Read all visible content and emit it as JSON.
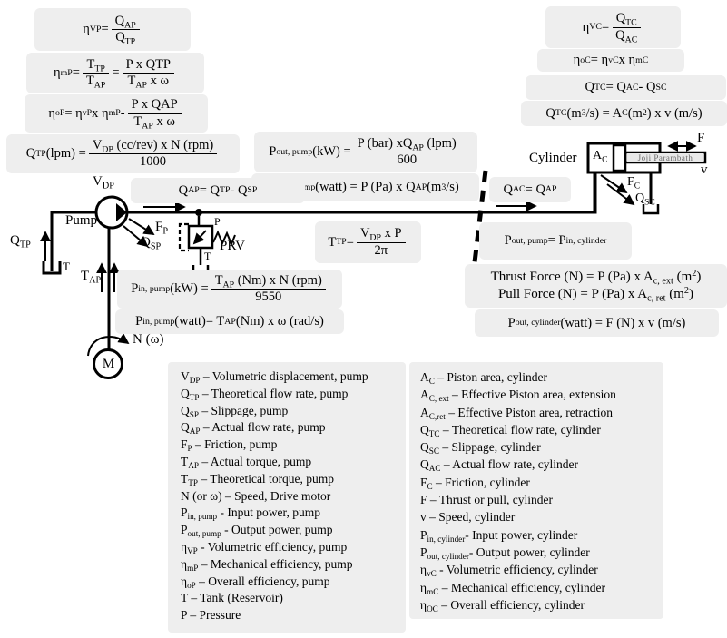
{
  "colors": {
    "box_bg": "#eeeeee",
    "ink": "#000000",
    "watermark_ink": "#6a6a6a"
  },
  "labels": {
    "pump": "Pump",
    "cylinder": "Cylinder",
    "prv": "PRV",
    "prv_p": "P",
    "prv_t": "T",
    "tank_t": "T",
    "motor": "M",
    "n_omega": "N (ω)",
    "force_f": "F",
    "speed_v": "v",
    "watermark": "Joji Parambath"
  },
  "symbols": {
    "v_dp": [
      {
        "t": "V"
      },
      {
        "b": "DP"
      }
    ],
    "q_tp": [
      {
        "t": "Q"
      },
      {
        "b": "TP"
      }
    ],
    "f_p": [
      {
        "t": "F"
      },
      {
        "b": "P"
      }
    ],
    "q_sp": [
      {
        "t": "Q"
      },
      {
        "b": "SP"
      }
    ],
    "t_ap": [
      {
        "t": "T"
      },
      {
        "b": "AP"
      }
    ],
    "a_c": [
      {
        "t": "A"
      },
      {
        "b": "C"
      }
    ],
    "f_c": [
      {
        "t": "F"
      },
      {
        "b": "C"
      }
    ],
    "q_sc": [
      {
        "t": "Q"
      },
      {
        "b": "SC"
      }
    ]
  },
  "formulas": {
    "eta_vp": [
      {
        "t": "η"
      },
      {
        "b": "VP"
      },
      {
        "t": " = "
      },
      {
        "f": {
          "n": [
            {
              "t": "Q"
            },
            {
              "b": "AP"
            }
          ],
          "d": [
            {
              "t": "Q"
            },
            {
              "b": "TP"
            }
          ]
        }
      }
    ],
    "eta_mp": [
      {
        "t": "η"
      },
      {
        "b": "mP"
      },
      {
        "t": " = "
      },
      {
        "f": {
          "n": [
            {
              "t": "T"
            },
            {
              "b": "TP"
            }
          ],
          "d": [
            {
              "t": "T"
            },
            {
              "b": "AP"
            }
          ]
        }
      },
      {
        "t": " = "
      },
      {
        "f": {
          "n": [
            {
              "t": "P x QTP"
            }
          ],
          "d": [
            {
              "t": "T"
            },
            {
              "b": "AP"
            },
            {
              "t": " x ω"
            }
          ]
        }
      }
    ],
    "eta_op": [
      {
        "t": "η"
      },
      {
        "b": "oP"
      },
      {
        "t": " = η"
      },
      {
        "b": "vP"
      },
      {
        "t": " x η"
      },
      {
        "b": "mP"
      },
      {
        "t": " - "
      },
      {
        "f": {
          "n": [
            {
              "t": "P x QAP"
            }
          ],
          "d": [
            {
              "t": "T"
            },
            {
              "b": "AP"
            },
            {
              "t": " x ω"
            }
          ]
        }
      }
    ],
    "q_tp": [
      {
        "t": "Q"
      },
      {
        "b": "TP"
      },
      {
        "t": " (lpm) = "
      },
      {
        "f": {
          "n": [
            {
              "t": "V"
            },
            {
              "b": "DP"
            },
            {
              "t": " (cc/rev) x N (rpm)"
            }
          ],
          "d": [
            {
              "t": "1000"
            }
          ]
        }
      }
    ],
    "eta_vc": [
      {
        "t": "η"
      },
      {
        "b": "VC"
      },
      {
        "t": " = "
      },
      {
        "f": {
          "n": [
            {
              "t": "Q"
            },
            {
              "b": "TC"
            }
          ],
          "d": [
            {
              "t": "Q"
            },
            {
              "b": "AC"
            }
          ]
        }
      }
    ],
    "eta_oc": [
      {
        "t": "η"
      },
      {
        "b": "oC"
      },
      {
        "t": " = η"
      },
      {
        "b": "vC"
      },
      {
        "t": " x η"
      },
      {
        "b": "mC"
      }
    ],
    "q_tc": [
      {
        "t": "Q"
      },
      {
        "b": "TC"
      },
      {
        "t": " = Q"
      },
      {
        "b": "AC"
      },
      {
        "t": " - Q"
      },
      {
        "b": "SC"
      }
    ],
    "q_tc_units": [
      {
        "t": "Q"
      },
      {
        "b": "TC"
      },
      {
        "t": " (m"
      },
      {
        "p": "3"
      },
      {
        "t": "/s) = A"
      },
      {
        "b": "C"
      },
      {
        "t": " (m"
      },
      {
        "p": "2"
      },
      {
        "t": ") x v (m/s)"
      }
    ],
    "pout_pump_kw": [
      {
        "t": "P"
      },
      {
        "b": "out, pump"
      },
      {
        "t": "(kW) = "
      },
      {
        "f": {
          "n": [
            {
              "t": "P (bar) xQ"
            },
            {
              "b": "AP"
            },
            {
              "t": " (lpm)"
            }
          ],
          "d": [
            {
              "t": "600"
            }
          ]
        }
      }
    ],
    "pout_pump_watt": [
      {
        "t": "P"
      },
      {
        "b": "out, pump"
      },
      {
        "t": " (watt) = P (Pa) x Q"
      },
      {
        "b": "AP"
      },
      {
        "t": " (m"
      },
      {
        "p": "3"
      },
      {
        "t": "/s)"
      }
    ],
    "q_ap": [
      {
        "t": "Q"
      },
      {
        "b": "AP"
      },
      {
        "t": " = Q"
      },
      {
        "b": "TP"
      },
      {
        "t": " - Q"
      },
      {
        "b": "SP"
      }
    ],
    "t_tp": [
      {
        "t": "T"
      },
      {
        "b": "TP"
      },
      {
        "t": " = "
      },
      {
        "f": {
          "n": [
            {
              "t": "V"
            },
            {
              "b": "DP"
            },
            {
              "t": " x P"
            }
          ],
          "d": [
            {
              "t": "2π"
            }
          ]
        }
      }
    ],
    "q_ac": [
      {
        "t": "Q"
      },
      {
        "b": "AC"
      },
      {
        "t": " = Q"
      },
      {
        "b": "AP"
      }
    ],
    "pout_eq_pin": [
      {
        "t": "P"
      },
      {
        "b": "out, pump"
      },
      {
        "t": " = P"
      },
      {
        "b": "in, cylinder"
      }
    ],
    "thrust_force": [
      {
        "t": "Thrust Force (N) = P (Pa) x A"
      },
      {
        "b": "c, ext"
      },
      {
        "t": " (m"
      },
      {
        "p": "2"
      },
      {
        "t": ")"
      }
    ],
    "pull_force": [
      {
        "t": "Pull Force (N) = P (Pa) x A"
      },
      {
        "b": "c, ret"
      },
      {
        "t": " (m"
      },
      {
        "p": "2"
      },
      {
        "t": ")"
      }
    ],
    "pout_cylinder": [
      {
        "t": "P"
      },
      {
        "b": "out, cylinder"
      },
      {
        "t": " (watt) = F (N) x v (m/s)"
      }
    ],
    "pin_pump_kw": [
      {
        "t": "P"
      },
      {
        "b": "in, pump"
      },
      {
        "t": " (kW) = "
      },
      {
        "f": {
          "n": [
            {
              "t": "T"
            },
            {
              "b": "AP"
            },
            {
              "t": " (Nm) x N (rpm)"
            }
          ],
          "d": [
            {
              "t": "9550"
            }
          ]
        }
      }
    ],
    "pin_pump_watt": [
      {
        "t": "P"
      },
      {
        "b": "in, pump"
      },
      {
        "t": " (watt)= T"
      },
      {
        "b": "AP"
      },
      {
        "t": " (Nm) x ω (rad/s)"
      }
    ]
  },
  "legend": {
    "left": [
      [
        {
          "t": "V"
        },
        {
          "b": "DP"
        },
        {
          "t": " – Volumetric displacement, pump"
        }
      ],
      [
        {
          "t": "Q"
        },
        {
          "b": "TP"
        },
        {
          "t": " – Theoretical flow rate, pump"
        }
      ],
      [
        {
          "t": "Q"
        },
        {
          "b": "SP"
        },
        {
          "t": " – Slippage, pump"
        }
      ],
      [
        {
          "t": "Q"
        },
        {
          "b": "AP"
        },
        {
          "t": " – Actual flow rate, pump"
        }
      ],
      [
        {
          "t": "F"
        },
        {
          "b": "P"
        },
        {
          "t": " –  Friction, pump"
        }
      ],
      [
        {
          "t": "T"
        },
        {
          "b": "AP"
        },
        {
          "t": " – Actual torque, pump"
        }
      ],
      [
        {
          "t": "T"
        },
        {
          "b": "TP"
        },
        {
          "t": " – Theoretical torque, pump"
        }
      ],
      [
        {
          "t": "N (or ω) – Speed, Drive motor"
        }
      ],
      [
        {
          "t": "P"
        },
        {
          "b": "in, pump"
        },
        {
          "t": " - Input power, pump"
        }
      ],
      [
        {
          "t": "P"
        },
        {
          "b": "out, pump"
        },
        {
          "t": " - Output power, pump"
        }
      ],
      [
        {
          "t": "η"
        },
        {
          "b": "VP"
        },
        {
          "t": " - Volumetric efficiency, pump"
        }
      ],
      [
        {
          "t": "η"
        },
        {
          "b": "mP"
        },
        {
          "t": " – Mechanical efficiency, pump"
        }
      ],
      [
        {
          "t": "η"
        },
        {
          "b": "oP"
        },
        {
          "t": " – Overall efficiency, pump"
        }
      ],
      [
        {
          "t": "T – Tank (Reservoir)"
        }
      ],
      [
        {
          "t": "P – Pressure"
        }
      ]
    ],
    "right": [
      [
        {
          "t": "A"
        },
        {
          "b": "C"
        },
        {
          "t": " – Piston area, cylinder"
        }
      ],
      [
        {
          "t": "A"
        },
        {
          "b": "C, ext"
        },
        {
          "t": " – Effective Piston area, extension"
        }
      ],
      [
        {
          "t": "A"
        },
        {
          "b": "C,ret"
        },
        {
          "t": " – Effective Piston area, retraction"
        }
      ],
      [
        {
          "t": "Q"
        },
        {
          "b": "TC"
        },
        {
          "t": " – Theoretical flow rate, cylinder"
        }
      ],
      [
        {
          "t": "Q"
        },
        {
          "b": "SC"
        },
        {
          "t": " – Slippage, cylinder"
        }
      ],
      [
        {
          "t": "Q"
        },
        {
          "b": "AC"
        },
        {
          "t": " – Actual flow rate, cylinder"
        }
      ],
      [
        {
          "t": "F"
        },
        {
          "b": "C"
        },
        {
          "t": " –  Friction, cylinder"
        }
      ],
      [
        {
          "t": "F – Thrust or pull, cylinder"
        }
      ],
      [
        {
          "t": "v – Speed, cylinder"
        }
      ],
      [
        {
          "t": "P"
        },
        {
          "b": "in, cylinder"
        },
        {
          "t": "- Input power, cylinder"
        }
      ],
      [
        {
          "t": "P"
        },
        {
          "b": "out, cylinder"
        },
        {
          "t": "- Output power, cylinder"
        }
      ],
      [
        {
          "t": "η"
        },
        {
          "b": "vC"
        },
        {
          "t": " - Volumetric efficiency, cylinder"
        }
      ],
      [
        {
          "t": "η"
        },
        {
          "b": "mC"
        },
        {
          "t": " – Mechanical efficiency, cylinder"
        }
      ],
      [
        {
          "t": "η"
        },
        {
          "b": "OC"
        },
        {
          "t": " – Overall efficiency, cylinder"
        }
      ]
    ]
  }
}
